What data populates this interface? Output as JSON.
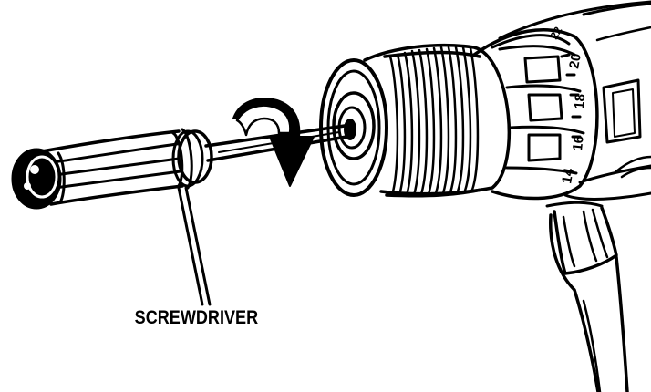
{
  "diagram": {
    "callout_label": "SCREWDRIVER",
    "torque_dial_numbers": [
      "14",
      "16",
      "18",
      "20",
      "22"
    ],
    "rotation_direction": "clockwise",
    "colors": {
      "ink": "#000000",
      "paper": "#ffffff"
    }
  }
}
